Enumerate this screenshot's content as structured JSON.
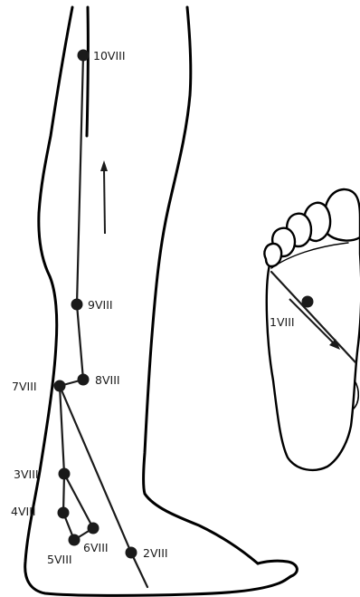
{
  "points": [
    {
      "id": "p10",
      "label": "10VIII"
    },
    {
      "id": "p9",
      "label": "9VIII"
    },
    {
      "id": "p8",
      "label": "8VIII"
    },
    {
      "id": "p7",
      "label": "7VIII"
    },
    {
      "id": "p3",
      "label": "3VIII"
    },
    {
      "id": "p4",
      "label": "4VIII"
    },
    {
      "id": "p5",
      "label": "5VIII"
    },
    {
      "id": "p6",
      "label": "6VIII"
    },
    {
      "id": "p2",
      "label": "2VIII"
    },
    {
      "id": "p1",
      "label": "1VIII"
    }
  ],
  "colors": {
    "line": "#1a1a1a",
    "background": "#ffffff"
  }
}
